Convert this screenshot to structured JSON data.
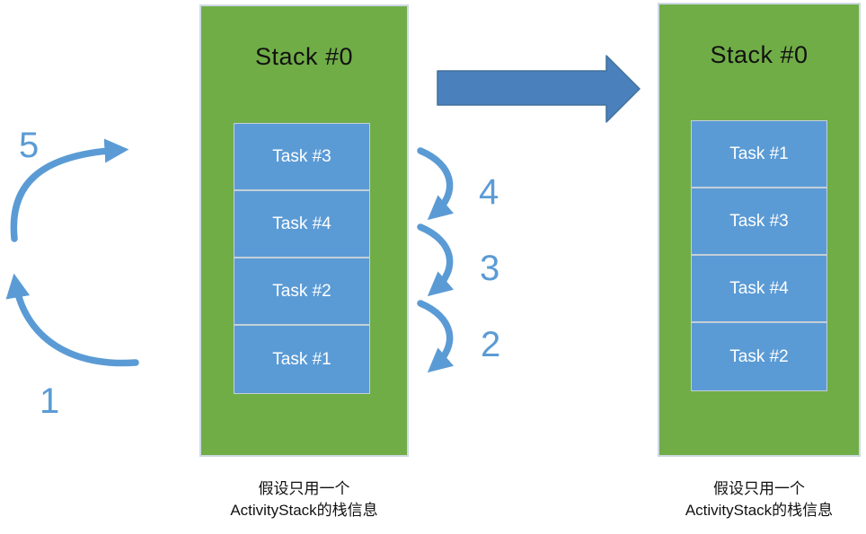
{
  "colors": {
    "stack_green": "#70ad47",
    "stack_border": "#cdd9e4",
    "task_blue": "#5b9bd5",
    "task_border": "#c4cfd8",
    "arrow_blue": "#5b9bd5",
    "number_blue": "#5b9bd5",
    "block_fill": "#4a81bd",
    "block_stroke": "#41719c"
  },
  "left_stack": {
    "title": "Stack #0",
    "tasks": [
      "Task #3",
      "Task #4",
      "Task #2",
      "Task #1"
    ],
    "caption_line1": "假设只用一个",
    "caption_line2": "ActivityStack的栈信息"
  },
  "right_stack": {
    "title": "Stack #0",
    "tasks": [
      "Task #1",
      "Task #3",
      "Task #4",
      "Task #2"
    ],
    "caption_line1": "假设只用一个",
    "caption_line2": "ActivityStack的栈信息"
  },
  "step_labels": {
    "step1": "1",
    "step2": "2",
    "step3": "3",
    "step4": "4",
    "step5": "5"
  }
}
